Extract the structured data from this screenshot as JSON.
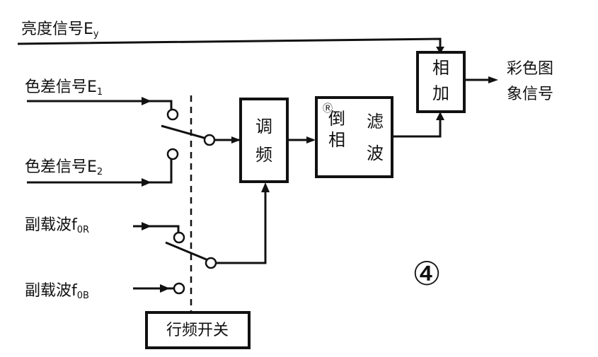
{
  "inputs": {
    "luminance": {
      "text": "亮度信号E",
      "sub": "y"
    },
    "chroma1": {
      "text": "色差信号E",
      "sub": "1"
    },
    "chroma2": {
      "text": "色差信号E",
      "sub": "2"
    },
    "subcarrier_r": {
      "text": "副载波f",
      "sub": "0R"
    },
    "subcarrier_b": {
      "text": "副载波f",
      "sub": "0B"
    }
  },
  "blocks": {
    "modulate": [
      "调",
      "频"
    ],
    "phase_invert": [
      "倒",
      "相"
    ],
    "filter": [
      "滤",
      "波"
    ],
    "filter_extra": "Ⓡ",
    "adder": [
      "相",
      "加"
    ],
    "line_switch": "行频开关"
  },
  "output": [
    "彩色图",
    "象信号"
  ],
  "figure_number": "④"
}
